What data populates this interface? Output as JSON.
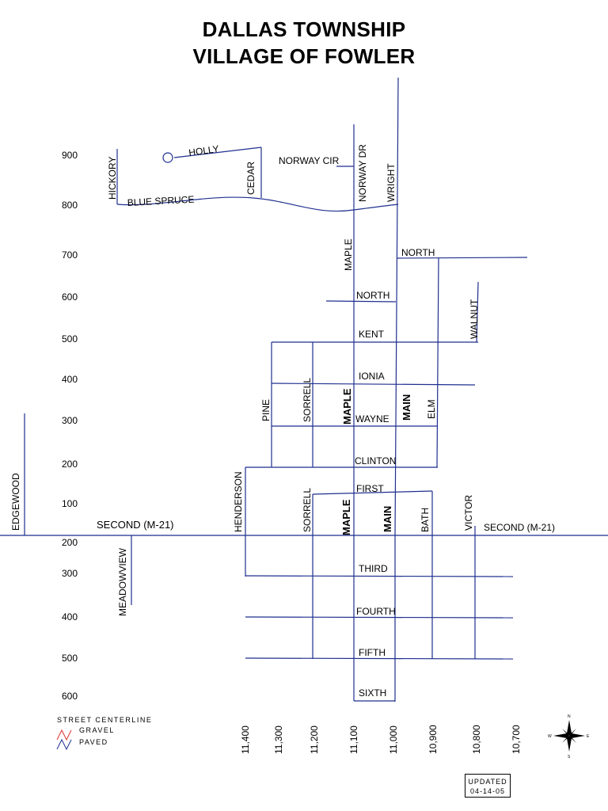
{
  "title": {
    "line1": "DALLAS TOWNSHIP",
    "line2": "VILLAGE OF FOWLER"
  },
  "north_grid_labels": [
    "900",
    "800",
    "700",
    "600",
    "500",
    "400",
    "300",
    "200",
    "100"
  ],
  "south_grid_labels": [
    "200",
    "300",
    "400",
    "500",
    "600"
  ],
  "bottom_grid_labels": [
    "11,400",
    "11,300",
    "11,200",
    "11,100",
    "11,000",
    "10,900",
    "10,800",
    "10,700"
  ],
  "streets": {
    "holly": "HOLLY",
    "hickory": "HICKORY",
    "blue_spruce": "BLUE SPRUCE",
    "cedar": "CEDAR",
    "norway_cir": "NORWAY CIR",
    "norway_dr": "NORWAY DR",
    "wright": "WRIGHT",
    "maple_north": "MAPLE",
    "north_east": "NORTH",
    "north_west": "NORTH",
    "walnut": "WALNUT",
    "kent": "KENT",
    "ionia": "IONIA",
    "pine": "PINE",
    "sorrell_north": "SORRELL",
    "maple_mid": "MAPLE",
    "main_mid": "MAIN",
    "elm": "ELM",
    "wayne": "WAYNE",
    "clinton": "CLINTON",
    "edgewood": "EDGEWOOD",
    "henderson": "HENDERSON",
    "first": "FIRST",
    "sorrell_south": "SORRELL",
    "maple_south": "MAPLE",
    "main_south": "MAIN",
    "bath": "BATH",
    "victor": "VICTOR",
    "second_west": "SECOND (M-21)",
    "second_east": "SECOND (M-21)",
    "meadowview": "MEADOWVIEW",
    "third": "THIRD",
    "fourth": "FOURTH",
    "fifth": "FIFTH",
    "sixth": "SIXTH"
  },
  "legend": {
    "title": "STREET CENTERLINE",
    "gravel": "GRAVEL",
    "paved": "PAVED",
    "gravel_color": "#e03030",
    "paved_color": "#1f2f8f"
  },
  "compass": {
    "n": "N",
    "s": "S",
    "e": "E",
    "w": "W"
  },
  "updated": {
    "line1": "UPDATED",
    "line2": "04-14-05"
  },
  "colors": {
    "road": "#1f2f8f",
    "text": "#000000"
  }
}
